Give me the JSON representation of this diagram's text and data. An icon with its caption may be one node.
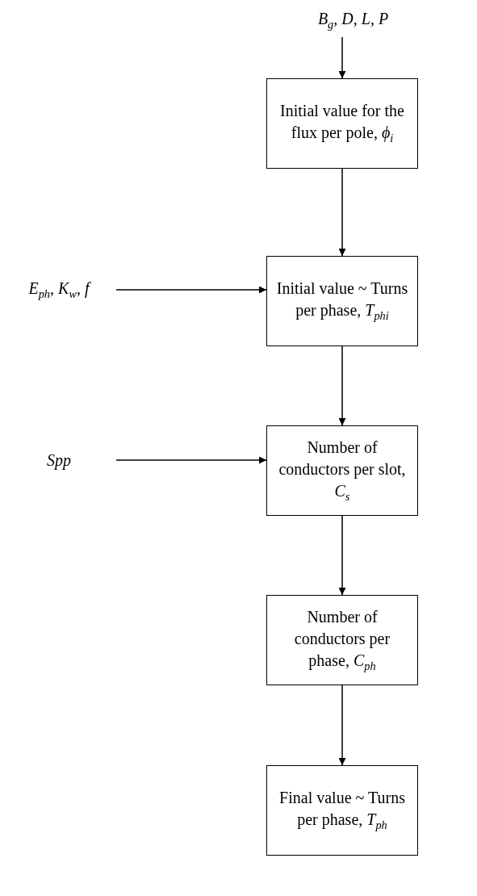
{
  "diagram": {
    "nodes": [
      {
        "text": [
          "B$_{g}$, D, L, P"
        ]
      },
      {
        "text": [
          "Initial value for the flux per pole, *ϕ*$_{i}$"
        ]
      },
      {
        "text": [
          "E$_{ph}$, K$_{w}$, f"
        ]
      },
      {
        "text": [
          "Initial value ~ Turns per phase, *T*$_{phi}$"
        ]
      },
      {
        "text": [
          "Spp"
        ]
      },
      {
        "text": [
          "Number of conductors per slot, *C*$_{s}$"
        ]
      },
      {
        "text": [
          "Number of conductors per phase, *C*$_{ph}$"
        ]
      },
      {
        "text": [
          "Final value ~ Turns per phase, *T*$_{ph}$"
        ]
      }
    ],
    "edges": [
      {
        "from": 0,
        "to": 1,
        "arrow": "to"
      },
      {
        "from": 1,
        "to": 3,
        "arrow": "to"
      },
      {
        "from": 2,
        "to": 3,
        "arrow": "to"
      },
      {
        "from": 3,
        "to": 5,
        "arrow": "to"
      },
      {
        "from": 4,
        "to": 5,
        "arrow": "to"
      },
      {
        "from": 5,
        "to": 6,
        "arrow": "to"
      },
      {
        "from": 6,
        "to": 7,
        "arrow": "to"
      }
    ]
  }
}
